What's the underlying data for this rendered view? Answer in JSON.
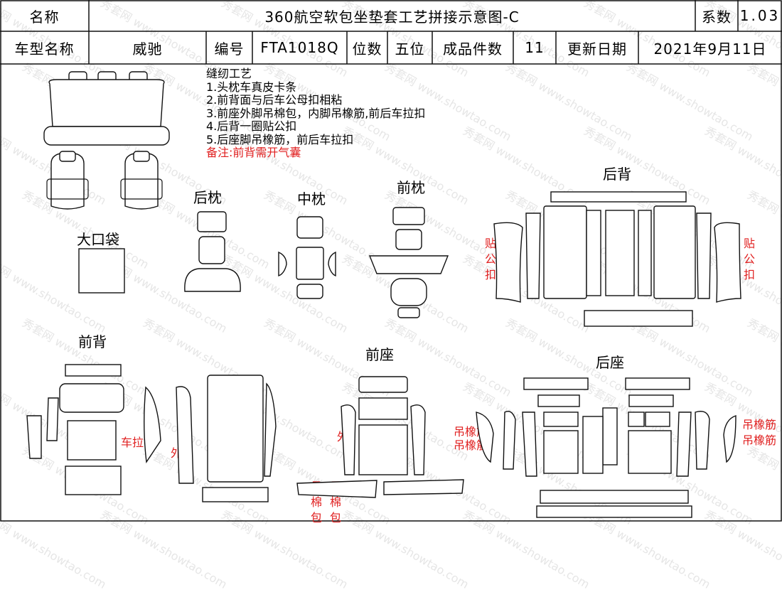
{
  "header": {
    "name_label": "名称",
    "title": "360航空软包坐垫套工艺拼接示意图-C",
    "coef_label": "系数",
    "coef_value": "1.03"
  },
  "row2": {
    "model_label": "车型名称",
    "model_value": "威驰",
    "code_label": "编号",
    "code_value": "FTA1018Q",
    "seats_label": "位数",
    "seats_value": "五位",
    "pieces_label": "成品件数",
    "pieces_value": "11",
    "date_label": "更新日期",
    "date_value": "2021年9月11日"
  },
  "notes": {
    "title": "缝纫工艺",
    "items": [
      "1.头枕车真皮卡条",
      "2.前背面与后车公母扣相粘",
      "3.前座外脚吊棉包，内脚吊橡筋,前后车拉扣",
      "4.后背一圈贴公扣",
      "5.后座脚吊橡筋，前后车拉扣"
    ],
    "remark": "备注:前背需开气囊"
  },
  "parts": {
    "rear_headrest": "后枕",
    "mid_headrest": "中枕",
    "front_headrest": "前枕",
    "rear_back": "后背",
    "big_pocket": "大口袋",
    "front_back": "前背",
    "front_seat": "前座",
    "rear_seat": "后座"
  },
  "annotations": {
    "tie_top": [
      "贴",
      "公",
      "扣"
    ],
    "tie_side": "贴公扣",
    "zipper": "车拉链",
    "outer": "外",
    "outer2": "外",
    "hang_cotton_1": "吊棉包",
    "hang_cotton_2": "吊棉包",
    "elastic_left": [
      "吊橡筋",
      "吊橡筋"
    ],
    "elastic_right": [
      "吊橡筋",
      "吊橡筋"
    ]
  },
  "watermark": {
    "brand": "秀套网",
    "url": "www.showtao.com"
  },
  "colors": {
    "annotation_red": "#e02020",
    "watermark": "#e6e6e6"
  }
}
